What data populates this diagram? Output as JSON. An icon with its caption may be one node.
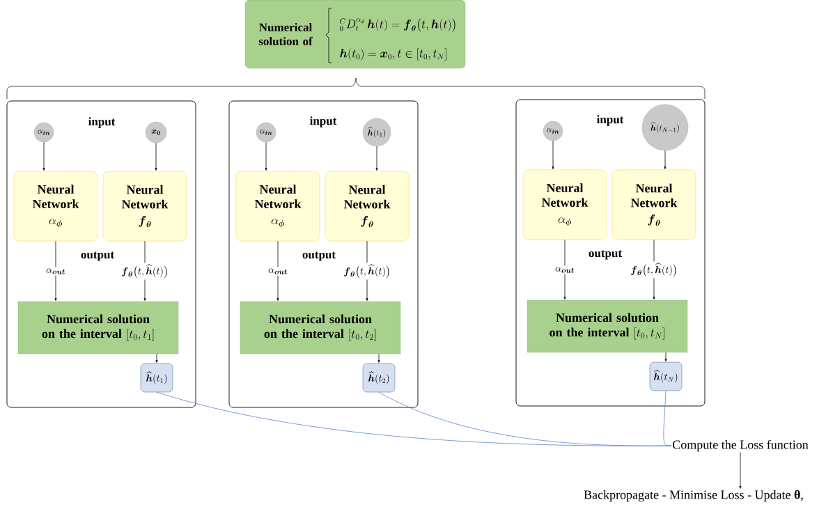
{
  "diagram": {
    "nodes": [
      {
        "text": [
          "Numerical solution of",
          "{}^{C}_{0}D^{\\alpha_{\\phi}}_{t}\\,\\boldsymbol{h}(t)=\\boldsymbol{f}_{\\boldsymbol{\\theta}}\\big(t,\\boldsymbol{h}(t)\\big)",
          "\\boldsymbol{h}(t_0)=\\boldsymbol{x}_0, t\\in[t_0,t_N]"
        ]
      },
      {
        "text": [
          "input",
          "output"
        ]
      },
      {
        "text": [
          "\\alpha_{\\boldsymbol{in}}"
        ],
        "in": 1
      },
      {
        "text": [
          "\\boldsymbol{x}_{\\boldsymbol{0}}"
        ],
        "in": 1
      },
      {
        "text": [
          "Neural Network",
          "\\alpha_{\\boldsymbol{\\phi}}"
        ],
        "in": 1
      },
      {
        "text": [
          "Neural Network",
          "\\boldsymbol{f}_{\\boldsymbol{\\theta}}"
        ],
        "in": 1
      },
      {
        "text": [
          "Numerical solution on the interval",
          "[t_0,t_1]"
        ],
        "in": 1
      },
      {
        "text": [
          "\\widehat{\\boldsymbol{h}}(t_1)"
        ],
        "in": 1
      },
      {
        "text": [
          "input",
          "output"
        ]
      },
      {
        "text": [
          "\\alpha_{\\boldsymbol{in}}"
        ],
        "in": 8
      },
      {
        "text": [
          "\\widehat{\\boldsymbol{h}}(t_1)"
        ],
        "in": 8
      },
      {
        "text": [
          "Neural Network",
          "\\alpha_{\\boldsymbol{\\phi}}"
        ],
        "in": 8
      },
      {
        "text": [
          "Neural Network",
          "\\boldsymbol{f}_{\\boldsymbol{\\theta}}"
        ],
        "in": 8
      },
      {
        "text": [
          "Numerical solution on the interval",
          "[t_0,t_2]"
        ],
        "in": 8
      },
      {
        "text": [
          "\\widehat{\\boldsymbol{h}}(t_2)"
        ],
        "in": 8
      },
      {
        "text": [
          "input",
          "output"
        ]
      },
      {
        "text": [
          "\\alpha_{\\boldsymbol{in}}"
        ],
        "in": 15
      },
      {
        "text": [
          "\\widehat{\\boldsymbol{h}}(t_{N-1})"
        ],
        "in": 15
      },
      {
        "text": [
          "Neural Network",
          "\\alpha_{\\boldsymbol{\\phi}}"
        ],
        "in": 15
      },
      {
        "text": [
          "Neural Network",
          "\\boldsymbol{f}_{\\boldsymbol{\\theta}}"
        ],
        "in": 15
      },
      {
        "text": [
          "Numerical solution on the interval",
          "[t_0,t_N]"
        ],
        "in": 15
      },
      {
        "text": [
          "\\widehat{\\boldsymbol{h}}(t_N)"
        ],
        "in": 15
      },
      {
        "text": [
          "Compute the Loss function"
        ]
      },
      {
        "text": [
          "Backpropagate - Minimise Loss - Update **θ**,"
        ]
      }
    ],
    "edges": [
      {
        "from": 2,
        "to": 4,
        "arrow": "to"
      },
      {
        "from": 3,
        "to": 5,
        "arrow": "to"
      },
      {
        "from": 4,
        "to": 6,
        "arrow": "to",
        "label": "\\alpha_{\\boldsymbol{out}}"
      },
      {
        "from": 5,
        "to": 6,
        "arrow": "to",
        "label": "\\boldsymbol{f}_{\\boldsymbol{\\theta}}\\big(t,\\widehat{\\boldsymbol{h}}(t)\\big)"
      },
      {
        "from": 6,
        "to": 7,
        "arrow": "to"
      },
      {
        "from": 9,
        "to": 11,
        "arrow": "to"
      },
      {
        "from": 10,
        "to": 12,
        "arrow": "to"
      },
      {
        "from": 11,
        "to": 13,
        "arrow": "to",
        "label": "\\alpha_{\\boldsymbol{out}}"
      },
      {
        "from": 12,
        "to": 13,
        "arrow": "to",
        "label": "\\boldsymbol{f}_{\\boldsymbol{\\theta}}\\big(t,\\widehat{\\boldsymbol{h}}(t)\\big)"
      },
      {
        "from": 13,
        "to": 14,
        "arrow": "to"
      },
      {
        "from": 16,
        "to": 18,
        "arrow": "to"
      },
      {
        "from": 17,
        "to": 19,
        "arrow": "to"
      },
      {
        "from": 18,
        "to": 20,
        "arrow": "to",
        "label": "\\alpha_{\\boldsymbol{out}}"
      },
      {
        "from": 19,
        "to": 20,
        "arrow": "to",
        "label": "\\boldsymbol{f}_{\\boldsymbol{\\theta}}\\big(t,\\widehat{\\boldsymbol{h}}(t)\\big)"
      },
      {
        "from": 20,
        "to": 21,
        "arrow": "to"
      },
      {
        "from": 7,
        "to": 22,
        "arrow": "none",
        "color": "#4472c4"
      },
      {
        "from": 14,
        "to": 22,
        "arrow": "none",
        "color": "#4472c4"
      },
      {
        "from": 21,
        "to": 22,
        "arrow": "none",
        "color": "#4472c4"
      },
      {
        "from": 22,
        "to": 23,
        "arrow": "to"
      }
    ]
  }
}
